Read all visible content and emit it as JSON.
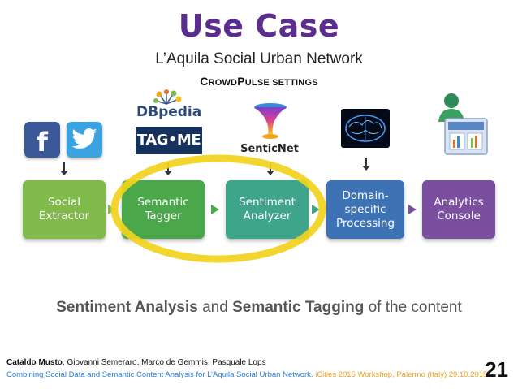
{
  "slide": {
    "title": "Use Case",
    "subtitle": "L’Aquila Social Urban Network",
    "settings_part1": "C",
    "settings_part2": "ROWD",
    "settings_part3": "P",
    "settings_part4": "ULSE SETTINGS"
  },
  "icons": {
    "facebook_glyph": "f",
    "dbpedia_label": "DBpedia",
    "tagme_label": "TAG•ME",
    "senticnet_label": "SenticNet"
  },
  "pipeline": [
    {
      "line1": "Social",
      "line2": "Extractor",
      "line3": "",
      "color": "#7fba4a"
    },
    {
      "line1": "Semantic",
      "line2": "Tagger",
      "line3": "",
      "color": "#4aa84a"
    },
    {
      "line1": "Sentiment",
      "line2": "Analyzer",
      "line3": "",
      "color": "#3fa58a"
    },
    {
      "line1": "Domain-",
      "line2": "specific",
      "line3": "Processing",
      "color": "#3d72b4"
    },
    {
      "line1": "Analytics",
      "line2": "Console",
      "line3": "",
      "color": "#7a4fa0"
    }
  ],
  "caption": {
    "bold1": "Sentiment Analysis",
    "mid": " and ",
    "bold2": "Semantic Tagging",
    "end": " of the content"
  },
  "footer": {
    "author_bold": "Cataldo Musto",
    "authors_rest": ", Giovanni Semeraro, Marco de Gemmis, Pasquale Lops",
    "paper_title": "Combining Social Data and Semantic Content Analysis for L’Aquila Social Urban Network.",
    "venue": " iCities 2015 Workshop, Palermo (Italy) 29.10.2015",
    "page_number": "21"
  },
  "colors": {
    "title": "#5b2d8e",
    "highlight_circle": "#f2d21b"
  }
}
